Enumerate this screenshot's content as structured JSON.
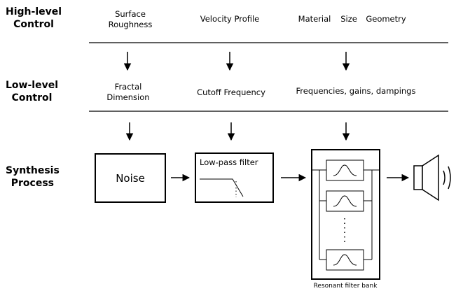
{
  "rows": {
    "high_level": "High-level\nControl",
    "low_level": "Low-level\nControl",
    "synthesis": "Synthesis\nProcess"
  },
  "high_level_params": {
    "surface_roughness": "Surface\nRoughness",
    "velocity_profile": "Velocity Profile",
    "material": "Material",
    "size": "Size",
    "geometry": "Geometry"
  },
  "low_level_params": {
    "fractal_dimension": "Fractal\nDimension",
    "cutoff_frequency": "Cutoff Frequency",
    "resonator_params": "Frequencies, gains, dampings"
  },
  "blocks": {
    "noise": "Noise",
    "lowpass": "Low-pass filter",
    "filter_bank_caption": "Resonant filter bank"
  },
  "icons": {
    "output": "speaker-icon"
  }
}
